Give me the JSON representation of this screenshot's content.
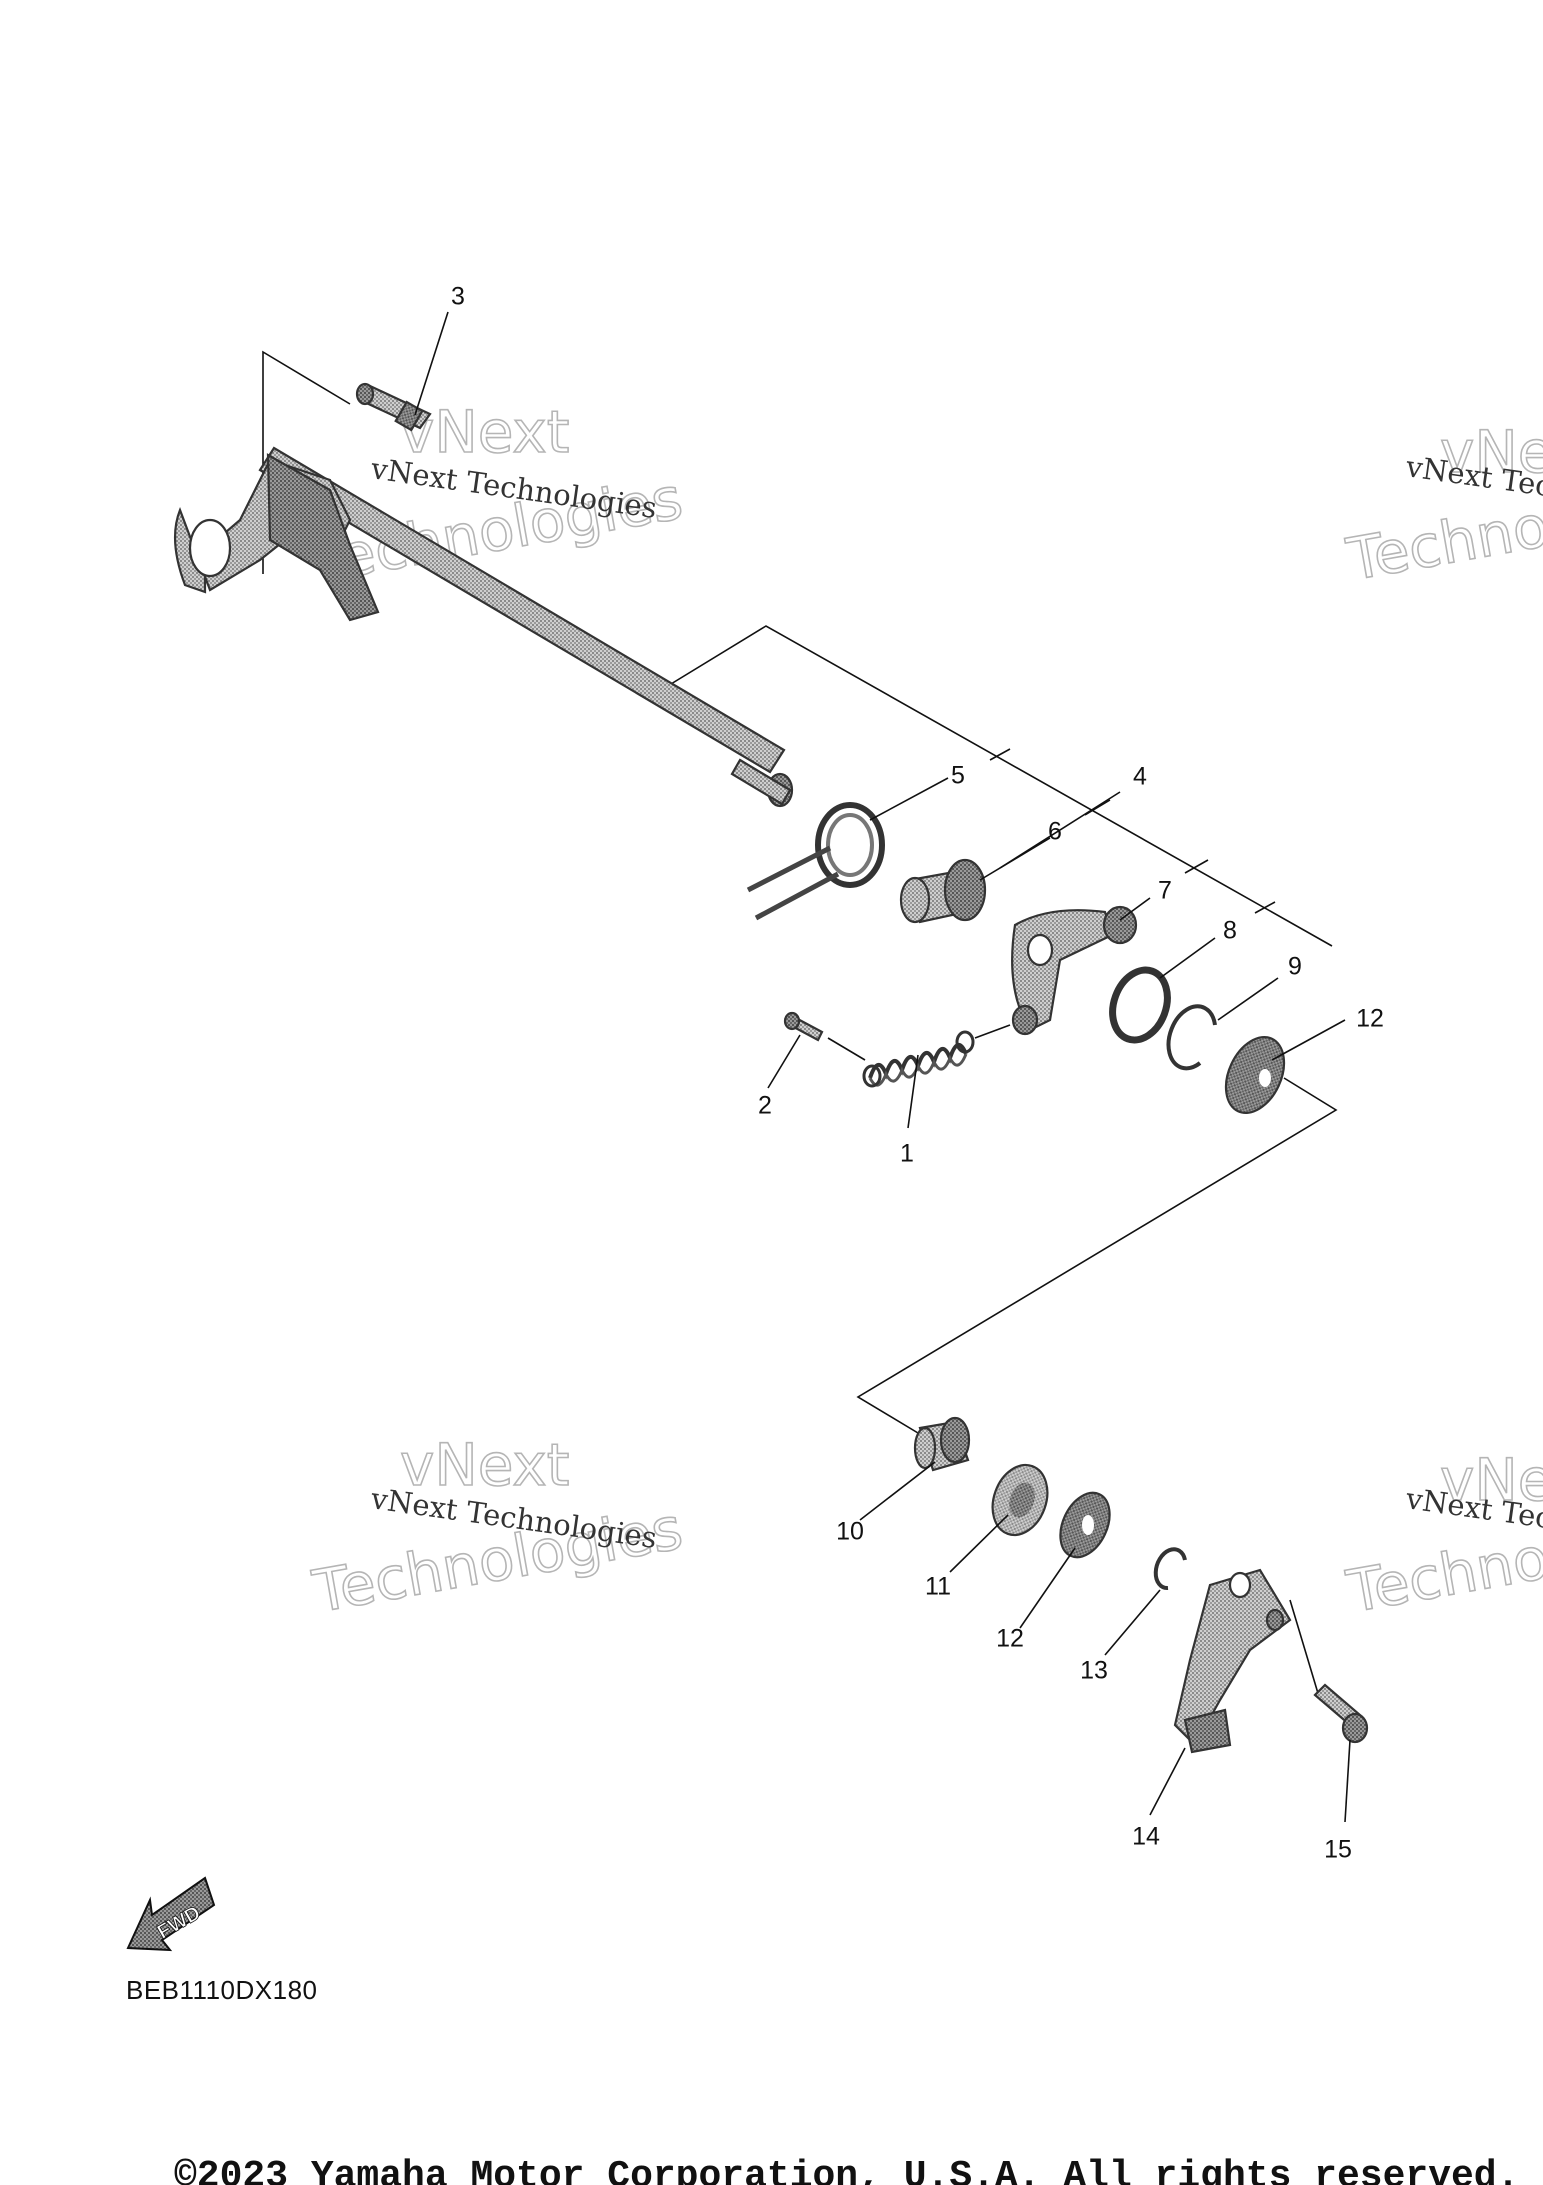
{
  "callouts": [
    {
      "label": "1"
    },
    {
      "label": "2"
    },
    {
      "label": "3"
    },
    {
      "label": "4"
    },
    {
      "label": "5"
    },
    {
      "label": "6"
    },
    {
      "label": "7"
    },
    {
      "label": "8"
    },
    {
      "label": "9"
    },
    {
      "label": "12"
    },
    {
      "label": "10"
    },
    {
      "label": "11"
    },
    {
      "label": "12"
    },
    {
      "label": "13"
    },
    {
      "label": "14"
    },
    {
      "label": "15"
    }
  ],
  "watermark": {
    "line1": "vNext Technologies",
    "outline_top": "vNext",
    "outline_bottom": "Technologies"
  },
  "fwd_label": "FWD",
  "diagram_code": "BEB1110DX180",
  "copyright": "©2023 Yamaha Motor Corporation, U.S.A. All rights reserved."
}
